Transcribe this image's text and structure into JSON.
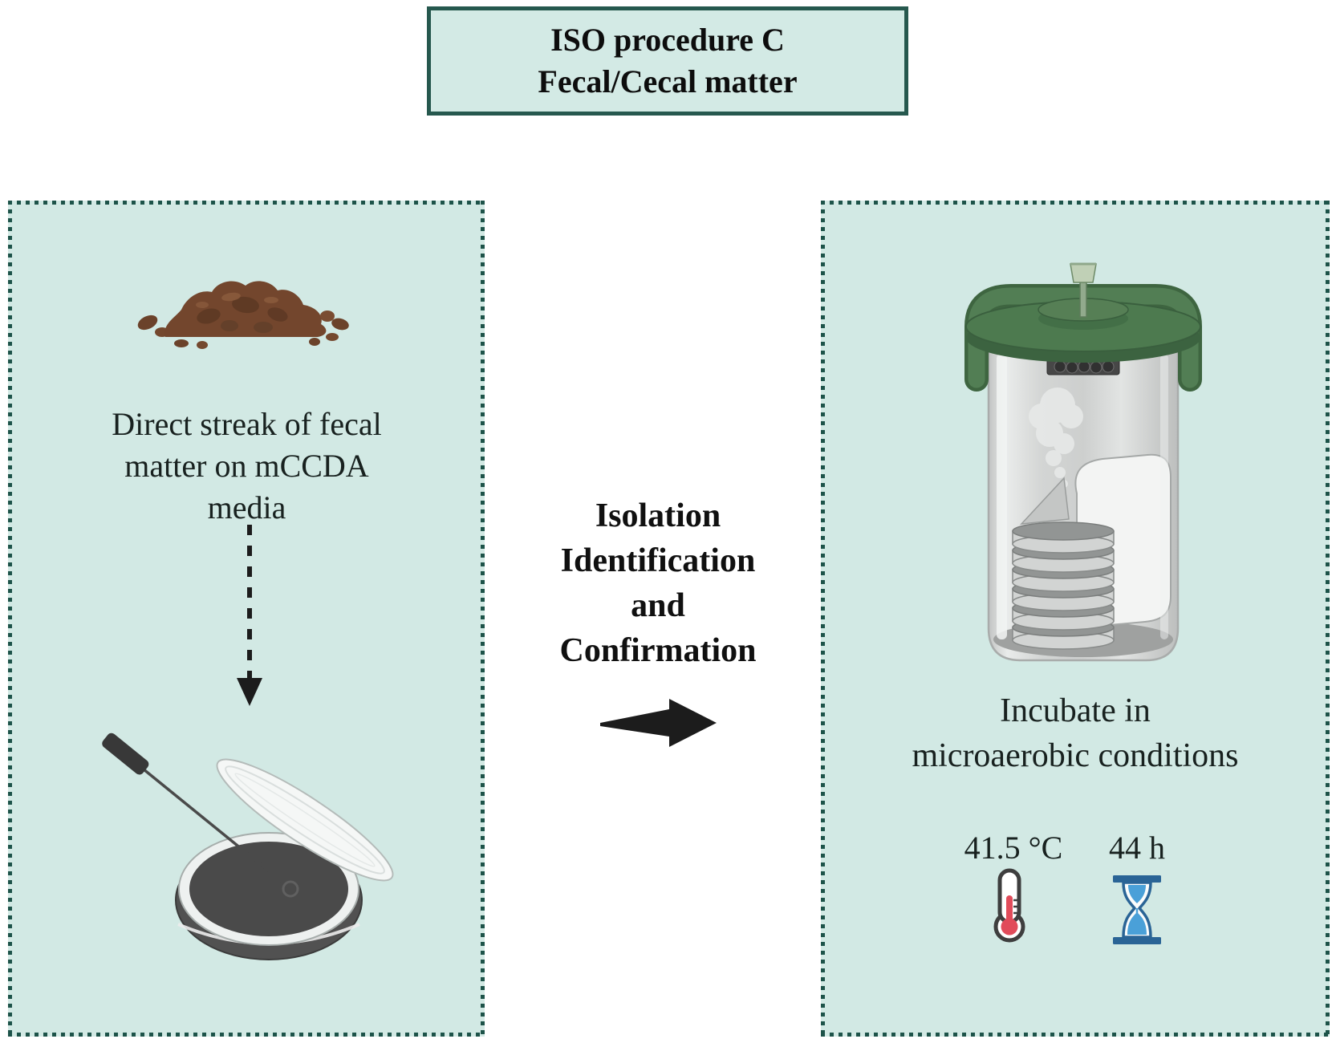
{
  "title_box": {
    "line1": "ISO procedure C",
    "line2": "Fecal/Cecal matter"
  },
  "left_panel": {
    "caption_line1": "Direct streak of fecal",
    "caption_line2": "matter on mCCDA",
    "caption_line3": "media"
  },
  "process_label": {
    "line1": "Isolation",
    "line2": "Identification",
    "line3": "and",
    "line4": "Confirmation"
  },
  "right_panel": {
    "caption_line1": "Incubate in",
    "caption_line2": "microaerobic conditions",
    "temperature": "41.5 °C",
    "duration": "44 h"
  },
  "icons": {
    "sample": "fecal-sample-illustration",
    "step_arrow": "dashed-down-arrow-icon",
    "streak": "petri-dish-streaking-illustration",
    "process_arrow": "right-arrow-icon",
    "incubation": "anaerobic-jar-illustration",
    "temperature": "thermometer-icon",
    "duration": "hourglass-icon"
  },
  "colors": {
    "panel_background": "#d2e9e4",
    "panel_dot_border": "#1d5349",
    "title_border": "#26584e",
    "text": "#141414",
    "jar_lid_green": "#4d7a4f",
    "fecal_brown": "#74482e",
    "petri_media_gray": "#4a4a4a",
    "thermometer_red": "#e14b5a",
    "hourglass_frame_blue": "#2a6496",
    "hourglass_sand_blue": "#4aa0d8",
    "arrow_black": "#1c1c1c"
  }
}
